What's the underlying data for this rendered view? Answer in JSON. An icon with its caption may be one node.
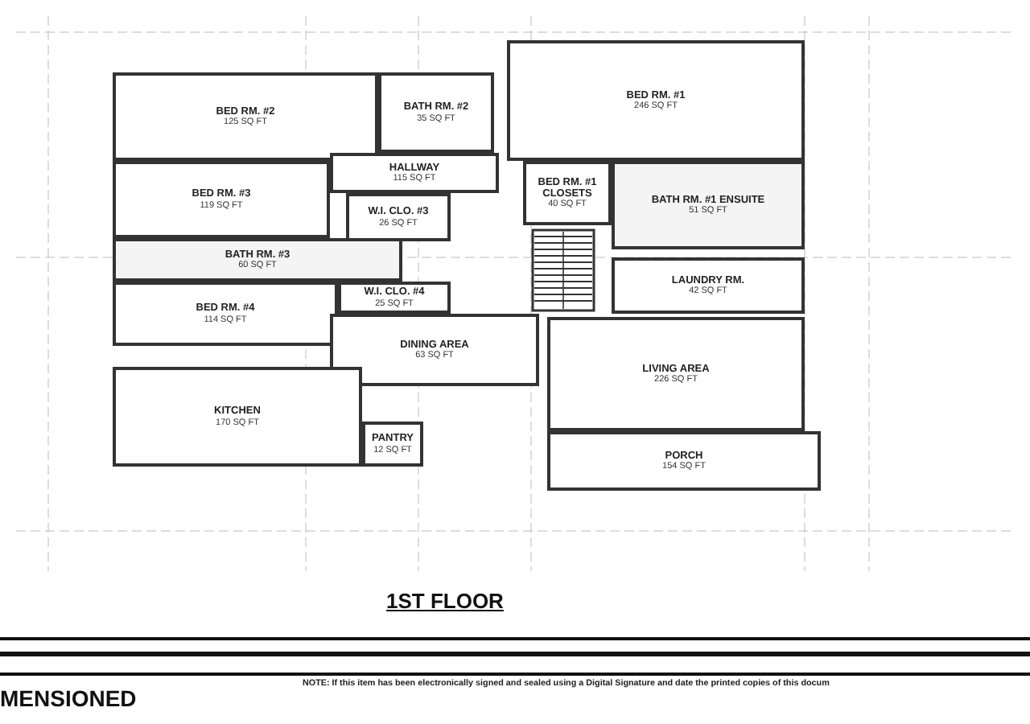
{
  "diagram": {
    "title": "1ST FLOOR",
    "nodes": [
      {
        "text": [
          "BED RM. #2",
          "125 SQ FT"
        ]
      },
      {
        "text": [
          "BATH RM. #2",
          "35 SQ FT"
        ]
      },
      {
        "text": [
          "HALLWAY",
          "115 SQ FT"
        ]
      },
      {
        "text": [
          "BED RM. #3",
          "119 SQ FT"
        ]
      },
      {
        "text": [
          "W.I. CLO. #3",
          "26 SQ FT"
        ]
      },
      {
        "text": [
          "BATH RM. #3",
          "60 SQ FT"
        ]
      },
      {
        "text": [
          "W.I. CLO. #4",
          "25 SQ FT"
        ]
      },
      {
        "text": [
          "BED RM. #4",
          "114 SQ FT"
        ]
      },
      {
        "text": [
          "DINING AREA",
          "63 SQ FT"
        ]
      },
      {
        "text": [
          "KITCHEN",
          "170 SQ FT"
        ]
      },
      {
        "text": [
          "PANTRY",
          "12 SQ FT"
        ]
      },
      {
        "text": [
          "BED RM. #1",
          "246 SQ FT"
        ]
      },
      {
        "text": [
          "BED RM. #1 CLOSETS",
          "40 SQ FT"
        ]
      },
      {
        "text": [
          "BATH RM. #1 ENSUITE",
          "51 SQ FT"
        ]
      },
      {
        "text": [
          "LAUNDRY RM.",
          "42 SQ FT"
        ]
      },
      {
        "text": [
          "LIVING AREA",
          "226 SQ FT"
        ]
      },
      {
        "text": [
          "PORCH",
          "154 SQ FT"
        ]
      }
    ],
    "labels": [
      "MENSIONED",
      "NOTE: If this item has been electronically signed and sealed using a Digital Signature and date the printed copies of this docum"
    ]
  }
}
